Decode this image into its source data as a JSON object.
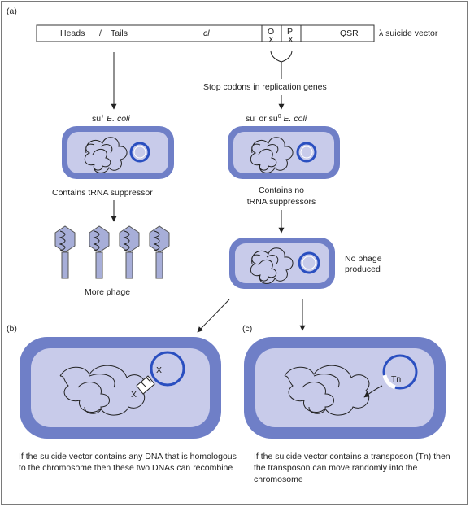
{
  "panel_labels": {
    "a": "(a)",
    "b": "(b)",
    "c": "(c)"
  },
  "vector": {
    "heads": "Heads",
    "slash": "/",
    "tails": "Tails",
    "cl": "cl",
    "o": "O",
    "p": "P",
    "qsr": "QSR",
    "x_mark": "X",
    "label": "λ suicide vector"
  },
  "stop_codons": "Stop codons in replication genes",
  "left_cell": {
    "header_prefix": "su",
    "header_sup": "+",
    "header_species": "E. coli",
    "caption": "Contains tRNA suppressor"
  },
  "right_cell": {
    "header_prefix": "su",
    "header_sup1": "-",
    "header_mid": " or su",
    "header_sup2": "0",
    "header_species": "E. coli",
    "caption_line1": "Contains no",
    "caption_line2": "tRNA suppressors"
  },
  "phage_caption": "More phage",
  "no_phage": {
    "line1": "No phage",
    "line2": "produced"
  },
  "panel_b": {
    "x_plasmid": "X",
    "x_chromosome": "X",
    "caption": "If the suicide vector contains any DNA that is homologous to the chromosome then these two DNAs can recombine"
  },
  "panel_c": {
    "tn": "Tn",
    "caption": "If the suicide vector contains a transposon (Tn) then the transposon can move randomly into the chromosome"
  },
  "colors": {
    "cell_outer": "#6f7fc7",
    "cell_inner": "#c8cbea",
    "plasmid": "#2a4fc0",
    "phage_head": "#a7aed8"
  }
}
